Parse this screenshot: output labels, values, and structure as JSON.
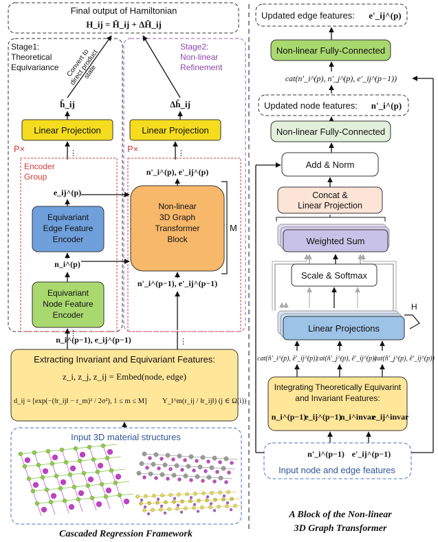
{
  "colors": {
    "yellow": "#FFE699",
    "yellow_linear": "#F5DC1E",
    "blue": "#6FA0DC",
    "green": "#A9D86E",
    "orange": "#F8B86A",
    "green_light": "#E2EFDA",
    "peach": "#FCE4D6",
    "lavender": "#C9C2E8",
    "light_blue": "#BDD7EE",
    "dashed_red": "#D43A3A",
    "dashed_purple": "#9A5BC8",
    "dashed_blue": "#4472C4",
    "stage2_text": "#8E44AD",
    "input_text": "#2E5597"
  },
  "left": {
    "final_output": {
      "title": "Final output of Hamiltonian",
      "equation": "H_ij = Ĥ_ij + ΔĤ_ij"
    },
    "stage1_label_line1": "Stage1:",
    "stage1_label_line2": "Theoretical",
    "stage1_label_line3": "Equivariance",
    "convert_line1": "Convert to",
    "convert_line2": "direct product",
    "convert_line3": "state",
    "stage2_label_line1": "Stage2:",
    "stage2_label_line2": "Non-linear",
    "stage2_label_line3": "Refinement",
    "h_hat": "ĥ_ij",
    "delta_h_hat": "Δĥ_ij",
    "linear_projection_left": "Linear Projection",
    "linear_projection_right": "Linear Projection",
    "p_times_left": "P×",
    "p_times_right": "P×",
    "encoder_group_line1": "Encoder",
    "encoder_group_line2": "Group",
    "e_ij_p": "e_ij^(p)",
    "n_i_p": "n_i^(p)",
    "edge_encoder_line1": "Equivariant",
    "edge_encoder_line2": "Edge Feature",
    "edge_encoder_line3": "Encoder",
    "node_encoder_line1": "Equivariant",
    "node_encoder_line2": "Node Feature",
    "node_encoder_line3": "Encoder",
    "transformer_line1": "Non-linear",
    "transformer_line2": "3D Graph",
    "transformer_line3": "Transformer",
    "transformer_line4": "Block",
    "m_label": "M",
    "n_e_prime_p": "n'_i^(p), e'_ij^(p)",
    "n_e_prime_p1": "n'_i^(p−1), e'_ij^(p−1)",
    "n_e_p1": "n_i^(p−1), e_ij^(p−1)",
    "extract_title": "Extracting Invariant and Equivariant Features:",
    "extract_eq1": "z_i, z_j, z_ij = Embed(node, edge)",
    "extract_eq2a": "d_ij = [exp(−(‖r_ij‖ − r_m)² / 2σ²), 1 ≤ m ≤ M]",
    "extract_eq2b": "Y_l^m(r_ij / ‖r_ij‖) (j ∈ Ω(i))",
    "input_structures": "Input 3D material structures",
    "caption": "Cascaded Regression Framework"
  },
  "right": {
    "updated_edge": "Updated edge features:",
    "updated_edge_sym": "e'_ij^(p)",
    "nlfc_top": "Non-linear Fully-Connected",
    "cat_top": "cat(n'_i^(p), n'_j^(p), e'_ij^(p−1))",
    "updated_node": "Updated node features:",
    "updated_node_sym": "n'_i^(p)",
    "nlfc_second": "Non-linear Fully-Connected",
    "add_norm": "Add & Norm",
    "concat_line1": "Concat &",
    "concat_line2": "Linear Projection",
    "weighted_sum": "Weighted Sum",
    "scale_softmax": "Scale & Softmax",
    "linear_projections": "Linear Projections",
    "h_label": "H",
    "cat_inputs": [
      "cat(ñ'_i^(p), ẽ'_ij^(p))",
      "cat(ñ'_j^(p), ẽ'_ij^(p))",
      "cat(ñ'_j^(p), ẽ'_ij^(p))"
    ],
    "integrating_line1": "Integrating Theoretically Equivarint",
    "integrating_line2": "and Invariant Features:",
    "integrating_syms": [
      "n_i^(p−1)",
      "e_ij^(p−1)",
      "n_i^invar",
      "e_ij^invar"
    ],
    "input_n": "n'_i^(p−1)",
    "input_e": "e'_ij^(p−1)",
    "input_label": "Input node and edge  features",
    "caption_line1": "A Block of the Non-linear",
    "caption_line2": "3D Graph Transformer"
  }
}
